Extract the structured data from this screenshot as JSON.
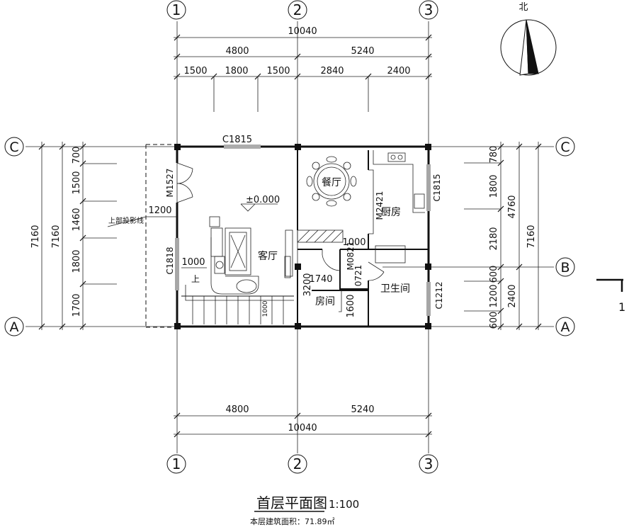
{
  "axes": {
    "columns": [
      "1",
      "2",
      "3"
    ],
    "rows": [
      "C",
      "B",
      "A"
    ]
  },
  "dims": {
    "top_total": "10040",
    "top_mid": [
      "4800",
      "5240"
    ],
    "top_detail": [
      "1500",
      "1800",
      "1500",
      "2840",
      "2400"
    ],
    "bottom_mid": [
      "4800",
      "5240"
    ],
    "bottom_total": "10040",
    "left_outer": "7160",
    "left_inner": "7160",
    "left_detail": [
      "700",
      "1500",
      "1460",
      "1800",
      "1700"
    ],
    "right_detail": [
      "780",
      "1800",
      "2180",
      "600",
      "1200",
      "600"
    ],
    "right_mid": [
      "4760",
      "2400"
    ],
    "right_outer": "7160"
  },
  "windows_doors": {
    "c1815_top": "C1815",
    "m1527": "M1527",
    "c1818": "C1818",
    "m2421": "M2421",
    "c1815_right": "C1815",
    "c1212": "C1212",
    "m0821": "M0821",
    "m0821_sub": "0721"
  },
  "interior_dims": {
    "d1200": "1200",
    "d1000_left": "1000",
    "d1000_mid": "1000",
    "d1740": "1740",
    "d3200": "3200",
    "d1600": "1600",
    "d1000_stair": "1000"
  },
  "rooms": {
    "dining": "餐厅",
    "kitchen": "厨房",
    "living": "客厅",
    "bath": "卫生间",
    "bedroom": "房间"
  },
  "labels": {
    "elevation": "±0.000",
    "projection": "上部投影线",
    "up": "上",
    "north": "北",
    "section_mark": "1"
  },
  "title": {
    "name": "首层平面图",
    "scale": "1:100",
    "area": "本层建筑面积：71.89㎡"
  }
}
